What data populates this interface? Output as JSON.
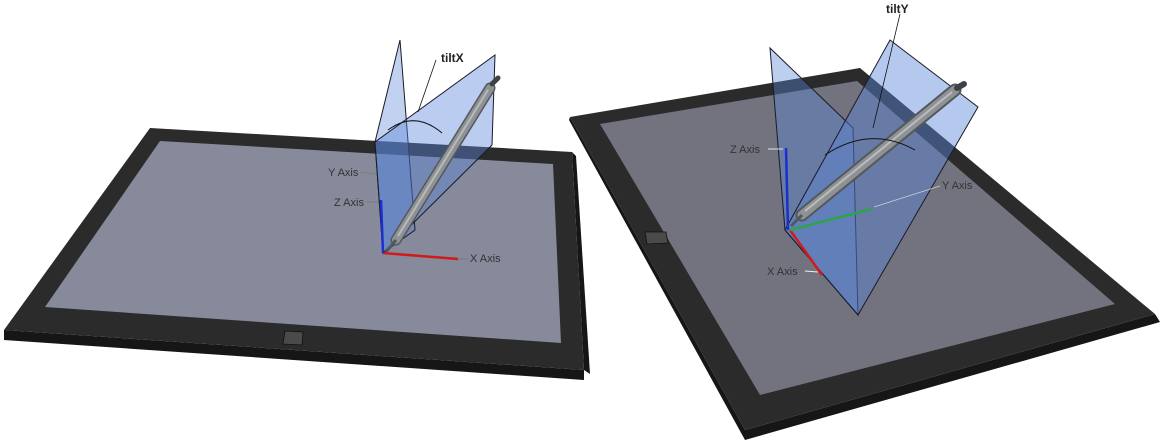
{
  "left": {
    "tilt_label": "tiltX",
    "y_axis_label": "Y Axis",
    "z_axis_label": "Z Axis",
    "x_axis_label": "X Axis"
  },
  "right": {
    "tilt_label": "tiltY",
    "z_axis_label": "Z Axis",
    "y_axis_label": "Y Axis",
    "x_axis_label": "X Axis"
  },
  "colors": {
    "bezel": "#2b2b2b",
    "bezel_side": "#161616",
    "screen_left": "#868a9b",
    "screen_right": "#72737f",
    "plane_fill": "#5b86d8",
    "plane_stroke": "#1a1a2a",
    "axis_x": "#d11a1a",
    "axis_y": "#2ca44a",
    "axis_z": "#1a2fd1",
    "pen_body": "#8f9294",
    "pen_dark": "#55585a"
  },
  "icons": {
    "home_button_left": "windows-button-icon",
    "home_button_right": "windows-button-icon",
    "pen_left": "stylus-pen-icon",
    "pen_right": "stylus-pen-icon"
  }
}
